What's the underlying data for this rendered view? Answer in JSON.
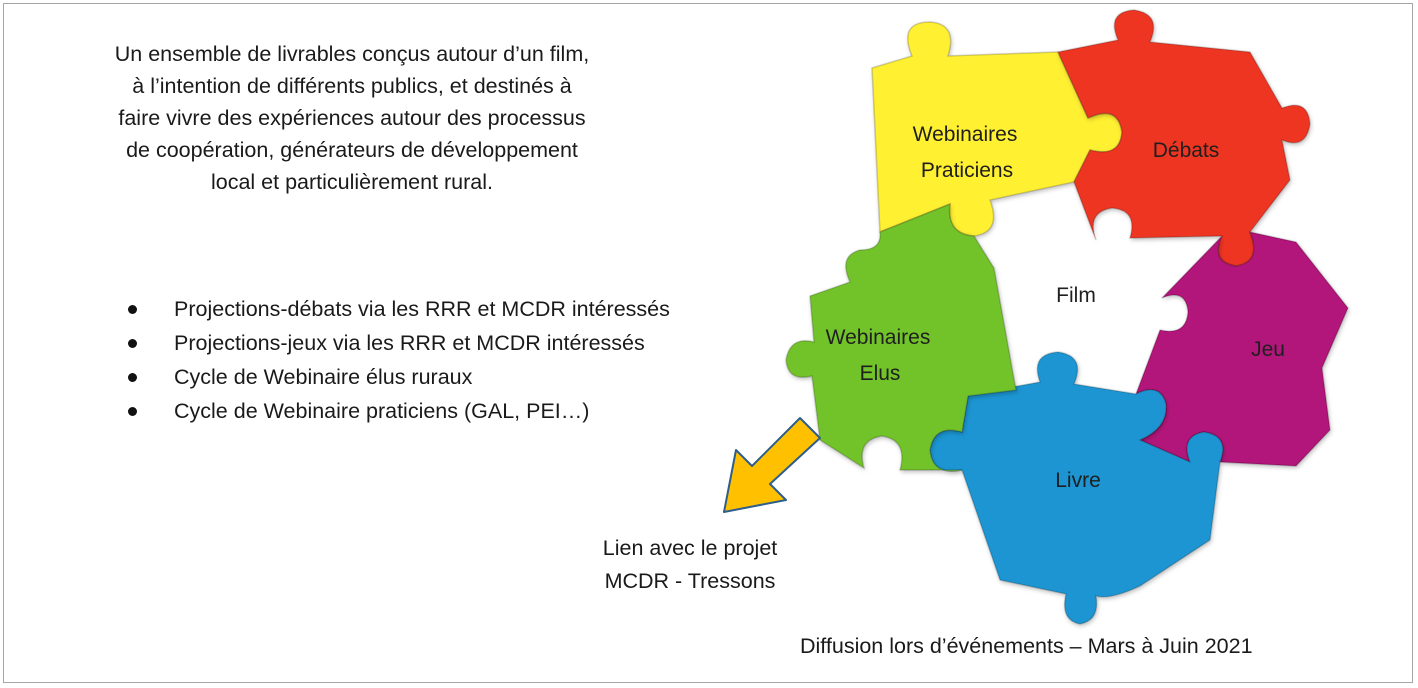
{
  "intro": {
    "lines": [
      "Un ensemble de livrables conçus autour d’un film,",
      "à l’intention de différents publics, et destinés à",
      "faire vivre des expériences autour des processus",
      "de coopération, générateurs de développement",
      "local et particulièrement rural."
    ]
  },
  "bullets": [
    "Projections-débats via les RRR et MCDR intéressés",
    "Projections-jeux via les RRR et MCDR intéressés",
    "Cycle de Webinaire élus ruraux",
    "Cycle de Webinaire praticiens (GAL, PEI…)"
  ],
  "link": {
    "line1": "Lien avec le projet",
    "line2": "MCDR - Tressons",
    "arrow_color": "#FFC000"
  },
  "diagram": {
    "center": "Film",
    "pieces": [
      {
        "key": "praticiens",
        "line1": "Webinaires",
        "line2": "Praticiens",
        "color": "#FFF033"
      },
      {
        "key": "debats",
        "line1": "Débats",
        "line2": "",
        "color": "#EE3524"
      },
      {
        "key": "jeu",
        "line1": "Jeu",
        "line2": "",
        "color": "#B3127A"
      },
      {
        "key": "livre",
        "line1": "Livre",
        "line2": "",
        "color": "#1C95D2"
      },
      {
        "key": "elus",
        "line1": "Webinaires",
        "line2": "Elus",
        "color": "#72C32B"
      }
    ]
  },
  "footer": "Diffusion lors d’événements – Mars à Juin 2021"
}
